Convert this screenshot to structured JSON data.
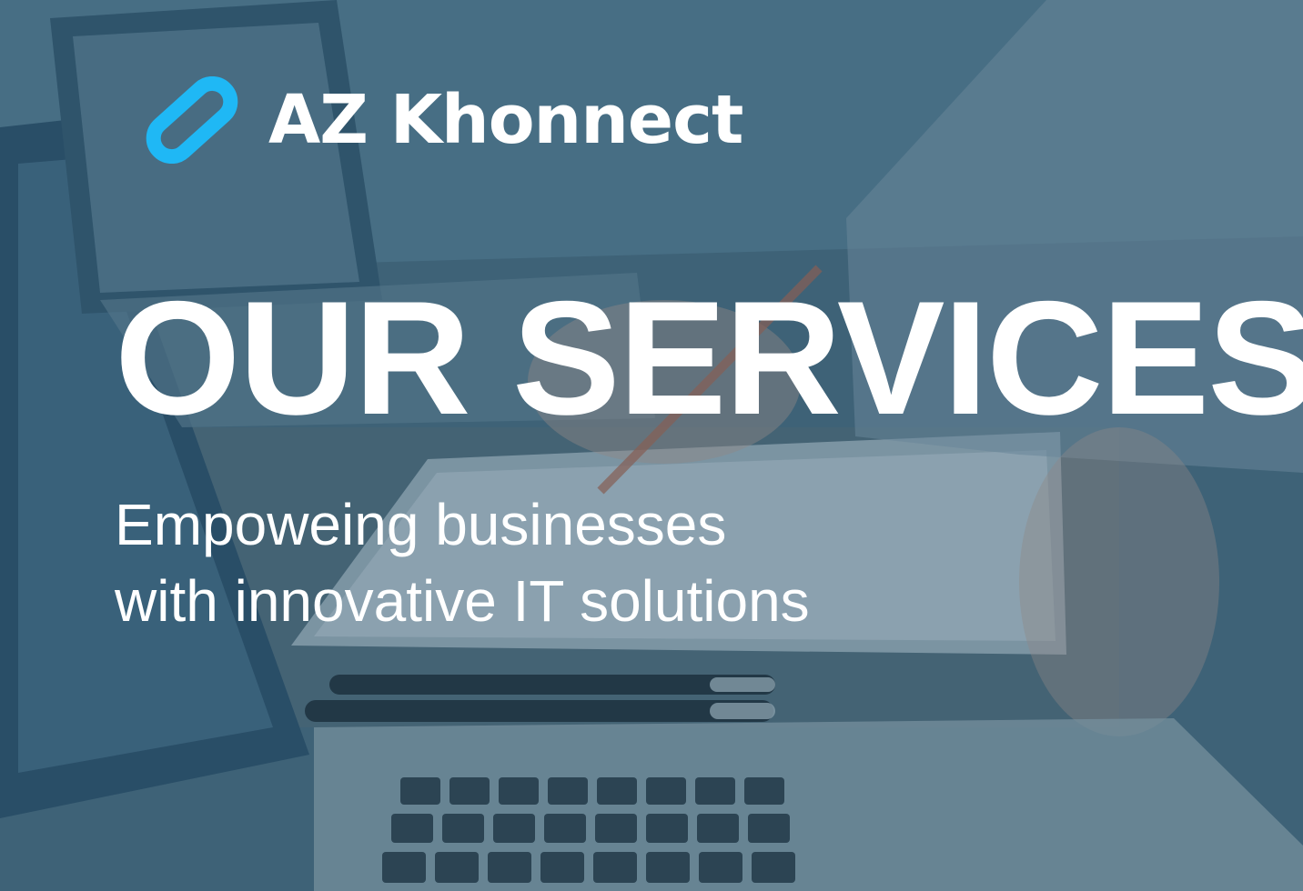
{
  "brand": {
    "logo": "chain-link-icon",
    "name": "AZ Khonnect",
    "accent_color": "#1fb8f5"
  },
  "hero": {
    "title": "OUR SERVICES",
    "tagline_line1": "Empoweing businesses",
    "tagline_line2": "with innovative IT solutions"
  },
  "colors": {
    "overlay": "#3d6479",
    "text": "#ffffff"
  }
}
